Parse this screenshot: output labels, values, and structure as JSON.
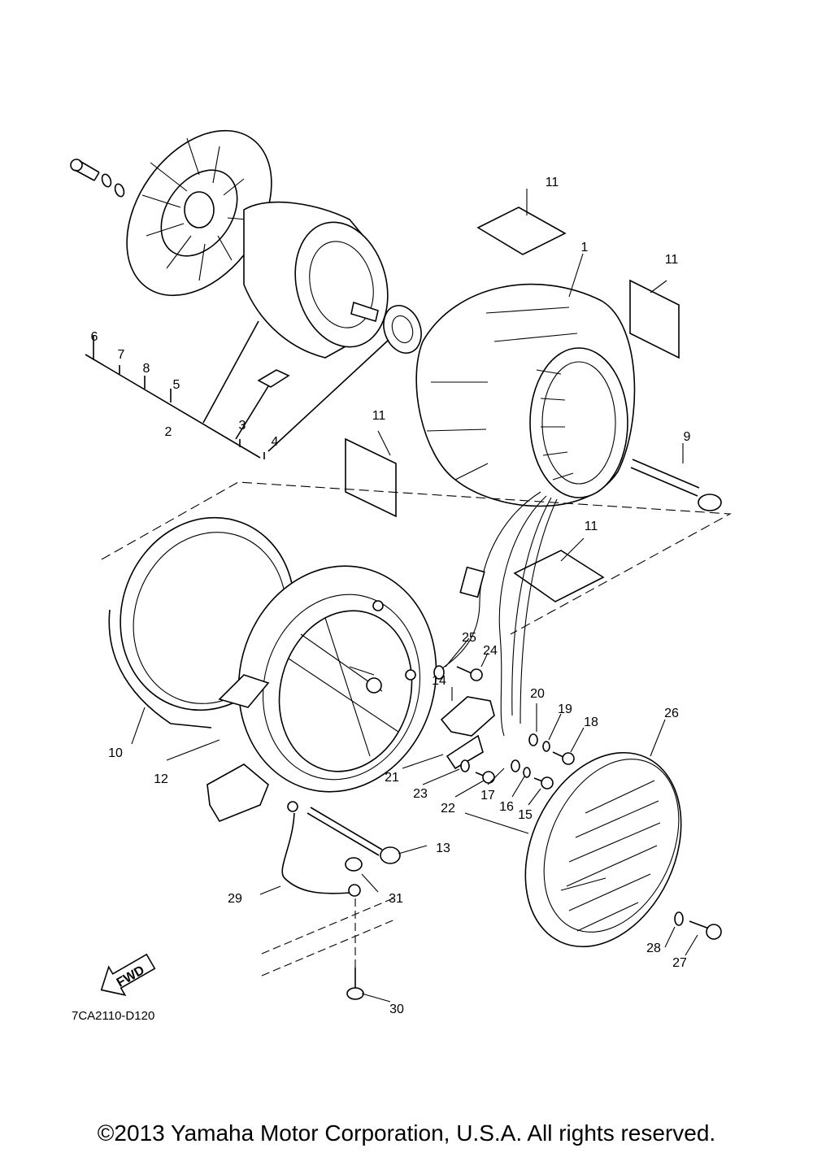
{
  "callouts": [
    "1",
    "2",
    "3",
    "4",
    "5",
    "6",
    "7",
    "8",
    "9",
    "10",
    "11",
    "11",
    "11",
    "11",
    "12",
    "13",
    "14",
    "15",
    "16",
    "17",
    "18",
    "19",
    "20",
    "21",
    "22",
    "23",
    "24",
    "25",
    "26",
    "27",
    "28",
    "29",
    "30",
    "31"
  ],
  "fwd_label": "FWD",
  "diagram_code": "7CA2110-D120",
  "copyright": "©2013 Yamaha Motor Corporation, U.S.A. All rights reserved."
}
